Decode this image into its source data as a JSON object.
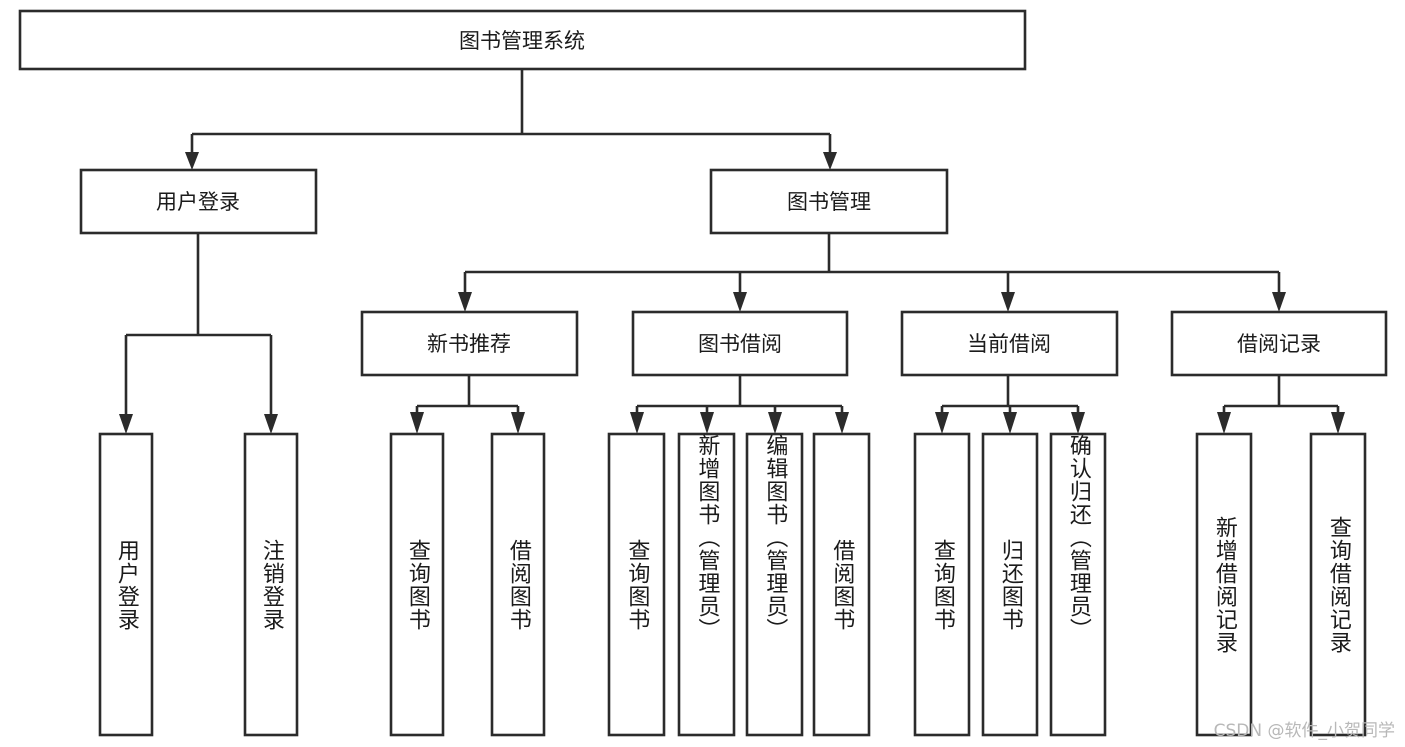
{
  "diagram": {
    "type": "tree",
    "title": "图书管理系统",
    "orientation": "top-down",
    "colors": {
      "box_fill": "#ffffff",
      "box_stroke": "#2b2b2b",
      "text": "#1b1b1b",
      "watermark": "#b8b8b8"
    },
    "root": {
      "label": "图书管理系统"
    },
    "level2": [
      {
        "label": "用户登录"
      },
      {
        "label": "图书管理"
      }
    ],
    "level3": [
      {
        "label": "新书推荐"
      },
      {
        "label": "图书借阅"
      },
      {
        "label": "当前借阅"
      },
      {
        "label": "借阅记录"
      }
    ],
    "leaves": {
      "user_login": [
        {
          "label": "用户登录"
        },
        {
          "label": "注销登录"
        }
      ],
      "new_book_recommend": [
        {
          "label": "查询图书"
        },
        {
          "label": "借阅图书"
        }
      ],
      "book_borrow": [
        {
          "label": "查询图书"
        },
        {
          "label": "新增图书（管理员）"
        },
        {
          "label": "编辑图书（管理员）"
        },
        {
          "label": "借阅图书"
        }
      ],
      "current_borrow": [
        {
          "label": "查询图书"
        },
        {
          "label": "归还图书"
        },
        {
          "label": "确认归还（管理员）"
        }
      ],
      "borrow_records": [
        {
          "label": "新增借阅记录"
        },
        {
          "label": "查询借阅记录"
        }
      ]
    }
  },
  "watermark": {
    "text": "CSDN @软件_小贺同学"
  }
}
